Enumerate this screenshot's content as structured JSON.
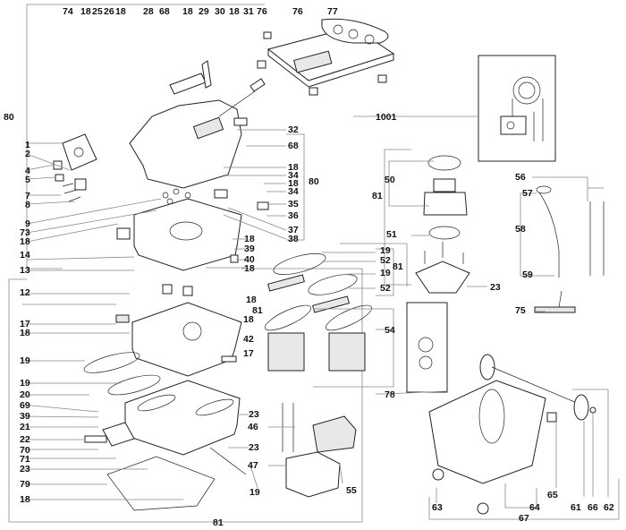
{
  "diagram": {
    "title": "Exploded parts diagram – wet/dry vacuum extractor",
    "labels": [
      {
        "id": "l74a",
        "text": "74"
      },
      {
        "id": "l18a",
        "text": "18"
      },
      {
        "id": "l25",
        "text": "25"
      },
      {
        "id": "l26",
        "text": "26"
      },
      {
        "id": "l18b",
        "text": "18"
      },
      {
        "id": "l28",
        "text": "28"
      },
      {
        "id": "l68a",
        "text": "68"
      },
      {
        "id": "l18c",
        "text": "18"
      },
      {
        "id": "l29",
        "text": "29"
      },
      {
        "id": "l30",
        "text": "30"
      },
      {
        "id": "l18d",
        "text": "18"
      },
      {
        "id": "l31",
        "text": "31"
      },
      {
        "id": "l76a",
        "text": "76"
      },
      {
        "id": "l76b",
        "text": "76"
      },
      {
        "id": "l77",
        "text": "77"
      },
      {
        "id": "l80a",
        "text": "80"
      },
      {
        "id": "l1001",
        "text": "1001"
      },
      {
        "id": "l1",
        "text": "1"
      },
      {
        "id": "l2",
        "text": "2"
      },
      {
        "id": "l4",
        "text": "4"
      },
      {
        "id": "l5",
        "text": "5"
      },
      {
        "id": "l7",
        "text": "7"
      },
      {
        "id": "l8",
        "text": "8"
      },
      {
        "id": "l9",
        "text": "9"
      },
      {
        "id": "l73",
        "text": "73"
      },
      {
        "id": "l18e",
        "text": "18"
      },
      {
        "id": "l14",
        "text": "14"
      },
      {
        "id": "l13",
        "text": "13"
      },
      {
        "id": "l32",
        "text": "32"
      },
      {
        "id": "l68b",
        "text": "68"
      },
      {
        "id": "l80b",
        "text": "80"
      },
      {
        "id": "l18f",
        "text": "18"
      },
      {
        "id": "l34a",
        "text": "34"
      },
      {
        "id": "l18g",
        "text": "18"
      },
      {
        "id": "l34b",
        "text": "34"
      },
      {
        "id": "l35",
        "text": "35"
      },
      {
        "id": "l36",
        "text": "36"
      },
      {
        "id": "l37",
        "text": "37"
      },
      {
        "id": "l38",
        "text": "38"
      },
      {
        "id": "l18h",
        "text": "18"
      },
      {
        "id": "l39a",
        "text": "39"
      },
      {
        "id": "l40",
        "text": "40"
      },
      {
        "id": "l18i",
        "text": "18"
      },
      {
        "id": "l50",
        "text": "50"
      },
      {
        "id": "l81a",
        "text": "81"
      },
      {
        "id": "l51",
        "text": "51"
      },
      {
        "id": "l23a",
        "text": "23"
      },
      {
        "id": "l56",
        "text": "56"
      },
      {
        "id": "l57",
        "text": "57"
      },
      {
        "id": "l58",
        "text": "58"
      },
      {
        "id": "l59",
        "text": "59"
      },
      {
        "id": "l75",
        "text": "75"
      },
      {
        "id": "l12",
        "text": "12"
      },
      {
        "id": "l17a",
        "text": "17"
      },
      {
        "id": "l18j",
        "text": "18"
      },
      {
        "id": "l19a",
        "text": "19"
      },
      {
        "id": "l19b",
        "text": "19"
      },
      {
        "id": "l20",
        "text": "20"
      },
      {
        "id": "l69",
        "text": "69"
      },
      {
        "id": "l39b",
        "text": "39"
      },
      {
        "id": "l21",
        "text": "21"
      },
      {
        "id": "l22",
        "text": "22"
      },
      {
        "id": "l70",
        "text": "70"
      },
      {
        "id": "l71",
        "text": "71"
      },
      {
        "id": "l23b",
        "text": "23"
      },
      {
        "id": "l79",
        "text": "79"
      },
      {
        "id": "l18k",
        "text": "18"
      },
      {
        "id": "l18l",
        "text": "18"
      },
      {
        "id": "l81b",
        "text": "81"
      },
      {
        "id": "l18m",
        "text": "18"
      },
      {
        "id": "l42",
        "text": "42"
      },
      {
        "id": "l17b",
        "text": "17"
      },
      {
        "id": "l19c",
        "text": "19"
      },
      {
        "id": "l52a",
        "text": "52"
      },
      {
        "id": "l81c",
        "text": "81"
      },
      {
        "id": "l19d",
        "text": "19"
      },
      {
        "id": "l52b",
        "text": "52"
      },
      {
        "id": "l54",
        "text": "54"
      },
      {
        "id": "l23c",
        "text": "23"
      },
      {
        "id": "l46",
        "text": "46"
      },
      {
        "id": "l23d",
        "text": "23"
      },
      {
        "id": "l47",
        "text": "47"
      },
      {
        "id": "l19e",
        "text": "19"
      },
      {
        "id": "l55",
        "text": "55"
      },
      {
        "id": "l81d",
        "text": "81"
      },
      {
        "id": "l78",
        "text": "78"
      },
      {
        "id": "l63",
        "text": "63"
      },
      {
        "id": "l64",
        "text": "64"
      },
      {
        "id": "l65",
        "text": "65"
      },
      {
        "id": "l61",
        "text": "61"
      },
      {
        "id": "l66",
        "text": "66"
      },
      {
        "id": "l62",
        "text": "62"
      },
      {
        "id": "l67",
        "text": "67"
      }
    ]
  }
}
